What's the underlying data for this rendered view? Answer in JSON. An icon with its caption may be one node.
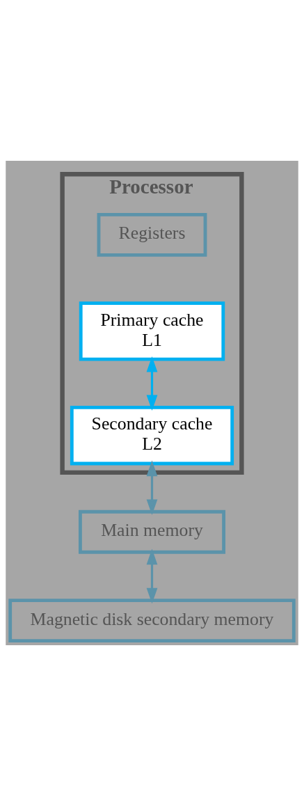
{
  "diagram": {
    "nodes": [
      {
        "text": [
          "Processor"
        ]
      },
      {
        "text": [
          "Registers"
        ],
        "in": 0
      },
      {
        "text": [
          "Primary cache",
          "L1"
        ],
        "in": 0
      },
      {
        "text": [
          "Secondary cache",
          "L2"
        ],
        "in": 0
      },
      {
        "text": [
          "Main memory"
        ]
      },
      {
        "text": [
          "Magnetic disk secondary memory"
        ]
      }
    ],
    "edges": [
      {
        "from": 2,
        "to": 3,
        "arrow": "both",
        "color": "#00b0f0"
      },
      {
        "from": 3,
        "to": 4,
        "arrow": "both"
      },
      {
        "from": 4,
        "to": 5,
        "arrow": "both"
      }
    ]
  }
}
